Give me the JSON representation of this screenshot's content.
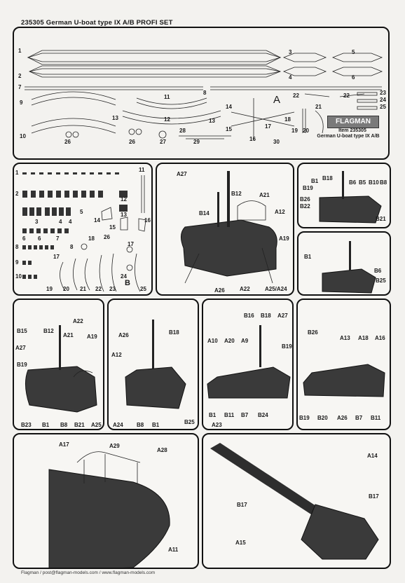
{
  "header": {
    "title": "235305 German U-boat type IX A/B PROFI SET"
  },
  "footer": {
    "text": "Flagman / post@flagman-models.com / www.flagman-models.com"
  },
  "brand": {
    "name": "FLAGMAN",
    "item": "Item 235305",
    "subtitle": "German U-boat type IX A/B"
  },
  "top_labels": [
    "1",
    "2",
    "3",
    "4",
    "5",
    "6",
    "7",
    "8",
    "9",
    "10",
    "11",
    "12",
    "13",
    "13",
    "14",
    "15",
    "16",
    "17",
    "18",
    "19",
    "20",
    "21",
    "22",
    "22",
    "23",
    "24",
    "25",
    "26",
    "26",
    "27",
    "28",
    "29",
    "30",
    "A"
  ],
  "fret_labels": [
    "1",
    "11",
    "2",
    "12",
    "13",
    "3",
    "4",
    "4",
    "5",
    "14",
    "15",
    "16",
    "6",
    "6",
    "7",
    "18",
    "26",
    "8",
    "8",
    "9",
    "17",
    "10",
    "19",
    "20",
    "21",
    "22",
    "23",
    "24",
    "B",
    "25",
    "17"
  ],
  "p3_labels": [
    "A27",
    "B12",
    "A21",
    "B14",
    "A12",
    "A19",
    "A26",
    "A22",
    "A25/A24"
  ],
  "p4_labels": [
    "B1",
    "B18",
    "B6",
    "B5",
    "B10",
    "B8",
    "B19",
    "B26",
    "B22",
    "B21"
  ],
  "p5_labels": [
    "B1",
    "B6",
    "B25"
  ],
  "p6_labels": [
    "A22",
    "B15",
    "B12",
    "A21",
    "A19",
    "A27",
    "B19",
    "B23",
    "B1",
    "B8",
    "B21",
    "A25"
  ],
  "p7_labels": [
    "A26",
    "B18",
    "A12",
    "A24",
    "B8",
    "B1",
    "B25"
  ],
  "p8_labels": [
    "B16",
    "B18",
    "A27",
    "A10",
    "A20",
    "A9",
    "B19",
    "B1",
    "B11",
    "B7",
    "A23",
    "B24"
  ],
  "p9_labels": [
    "B26",
    "A13",
    "A18",
    "A16",
    "B19",
    "B20",
    "A26",
    "B7",
    "B11"
  ],
  "p10_labels": [
    "A17",
    "A29",
    "A28",
    "A11"
  ],
  "p11_labels": [
    "A14",
    "B17",
    "B17",
    "A15"
  ]
}
